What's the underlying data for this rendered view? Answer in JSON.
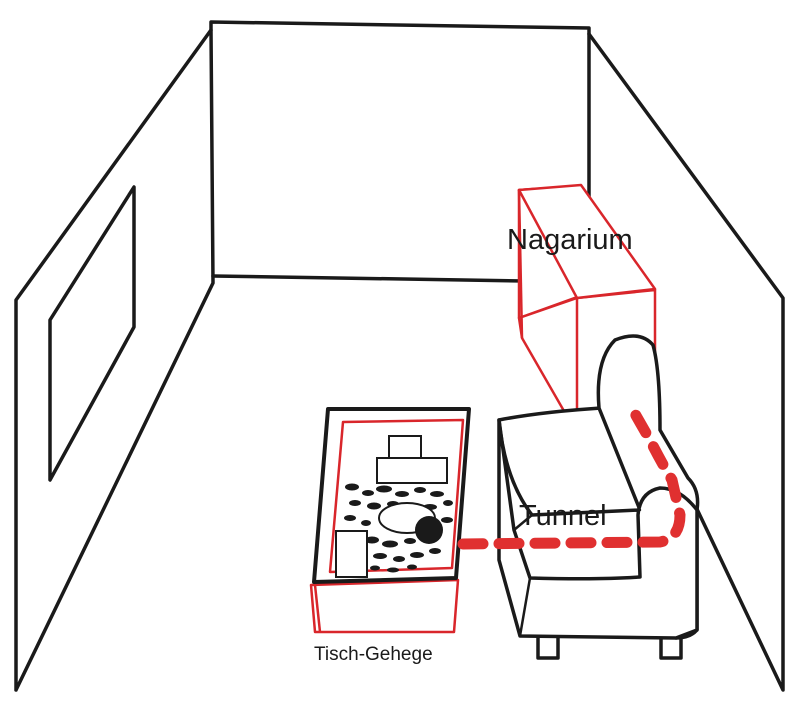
{
  "labels": {
    "nagarium": "Nagarium",
    "tunnel": "Tunnel",
    "enclosure": "Tisch-Gehege"
  },
  "colors": {
    "line": "#1a1a1a",
    "highlight": "#d9262b",
    "background": "#ffffff"
  }
}
